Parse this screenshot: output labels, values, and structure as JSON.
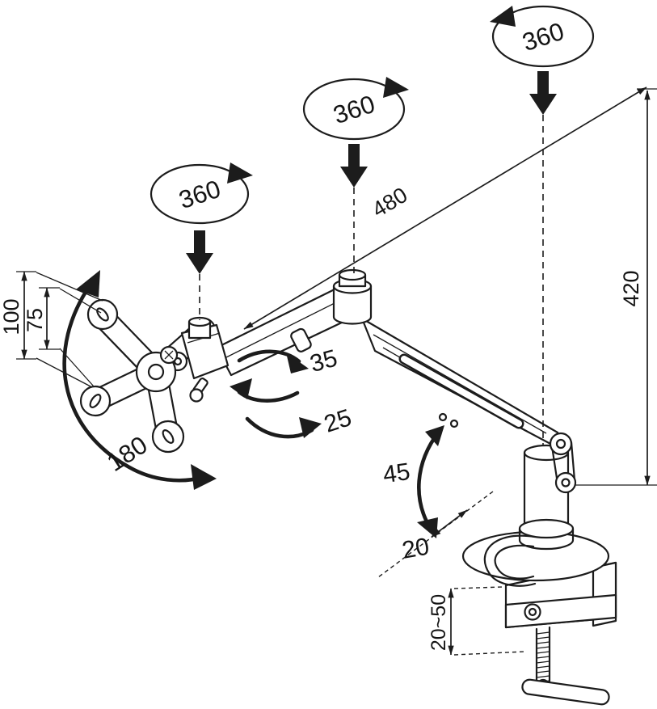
{
  "colors": {
    "ink": "#1c1c1c",
    "background": "#ffffff"
  },
  "labels": {
    "rotation_top": "360",
    "rotation_middle": "360",
    "rotation_left": "360",
    "reach": "480",
    "height": "420",
    "vesa_100": "100",
    "vesa_75": "75",
    "swivel": "180",
    "pan_35": "35",
    "pan_25": "25",
    "tilt_45": "45",
    "gap_20": "20",
    "clamp_range": "20~50"
  }
}
